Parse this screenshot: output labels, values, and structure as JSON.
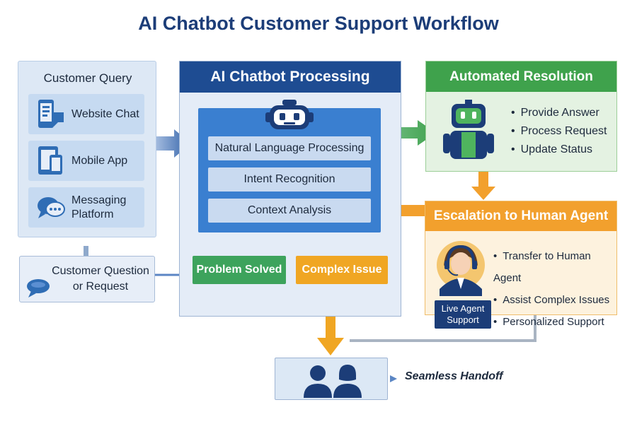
{
  "title": "AI Chatbot Customer Support Workflow",
  "customer_query": {
    "title": "Customer Query",
    "items": [
      {
        "label": "Website Chat",
        "icon": "phone-chat-icon"
      },
      {
        "label": "Mobile App",
        "icon": "mobile-app-icon"
      },
      {
        "label_line1": "Messaging",
        "label_line2": "Platform",
        "icon": "messaging-icon"
      }
    ]
  },
  "customer_question": {
    "line1": "Customer Question",
    "line2": "or Request",
    "icon": "speech-bubble-icon"
  },
  "ai_processing": {
    "title": "AI Chatbot Processing",
    "icon": "robot-icon",
    "steps": [
      "Natural Language Processing",
      "Intent Recognition",
      "Context Analysis"
    ]
  },
  "outcomes": {
    "solved": "Problem Solved",
    "complex": "Complex Issue"
  },
  "automated_resolution": {
    "title": "Automated Resolution",
    "icon": "green-robot-icon",
    "items": [
      "Provide Answer",
      "Process Request",
      "Update Status"
    ]
  },
  "escalation": {
    "title": "Escalation to Human Agent",
    "icon": "agent-headset-icon",
    "items": [
      "Transfer to Human Agent",
      "Assist Complex Issues",
      "Personalized Support"
    ],
    "badge_line1": "Live Agent",
    "badge_line2": "Support"
  },
  "handoff": {
    "label": "Seamless Handoff",
    "icon": "two-people-icon"
  },
  "colors": {
    "navy": "#1e4c92",
    "blue": "#3a7fd0",
    "green": "#3fa24c",
    "orange": "#f2a02d",
    "light_blue": "#dde8f5"
  }
}
